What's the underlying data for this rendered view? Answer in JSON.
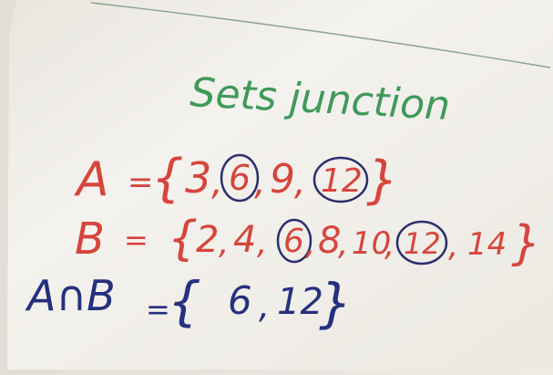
{
  "photo": {
    "title": "Sets junction",
    "set_a": {
      "name": "A",
      "equals": "=",
      "elements": [
        "3",
        "6",
        "9",
        "12"
      ],
      "circled": [
        "6",
        "12"
      ]
    },
    "set_b": {
      "name": "B",
      "equals": "=",
      "elements": [
        "2",
        "4",
        "6",
        "8",
        "10",
        "12",
        "14"
      ],
      "circled": [
        "6",
        "12"
      ]
    },
    "intersection": {
      "name": "A∩B",
      "equals": "=",
      "elements": [
        "6",
        "12"
      ]
    },
    "colors": {
      "title_ink": "#3f9a5a",
      "set_ink": "#d6453c",
      "intersection_ink": "#25307e",
      "circle_ink": "#2a2f6e",
      "board": "#f3f1ec",
      "wall": "#ebe8e1"
    }
  }
}
